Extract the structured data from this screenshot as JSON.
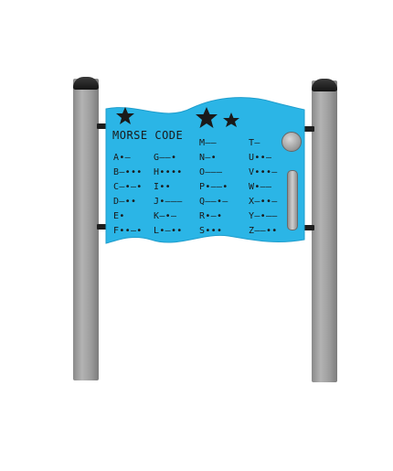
{
  "panel": {
    "title": "MORSE CODE",
    "panel_color": "#2bb5e6",
    "post_color": "#9e9e9e",
    "cap_color": "#1e1e1e",
    "codes": [
      {
        "text": "A•—"
      },
      {
        "text": "B—•••"
      },
      {
        "text": "C—•—•"
      },
      {
        "text": "D—••"
      },
      {
        "text": "E•"
      },
      {
        "text": "F••—•"
      },
      {
        "text": "G——•"
      },
      {
        "text": "H••••"
      },
      {
        "text": "I••"
      },
      {
        "text": "J•———"
      },
      {
        "text": "K—•—"
      },
      {
        "text": "L•—••"
      },
      {
        "text": "M——"
      },
      {
        "text": "N—•"
      },
      {
        "text": "O———"
      },
      {
        "text": "P•——•"
      },
      {
        "text": "Q——•—"
      },
      {
        "text": "R•—•"
      },
      {
        "text": "S•••"
      },
      {
        "text": "T—"
      },
      {
        "text": "U••—"
      },
      {
        "text": "V•••—"
      },
      {
        "text": "W•——"
      },
      {
        "text": "X—••—"
      },
      {
        "text": "Y—•——"
      },
      {
        "text": "Z——••"
      }
    ]
  }
}
